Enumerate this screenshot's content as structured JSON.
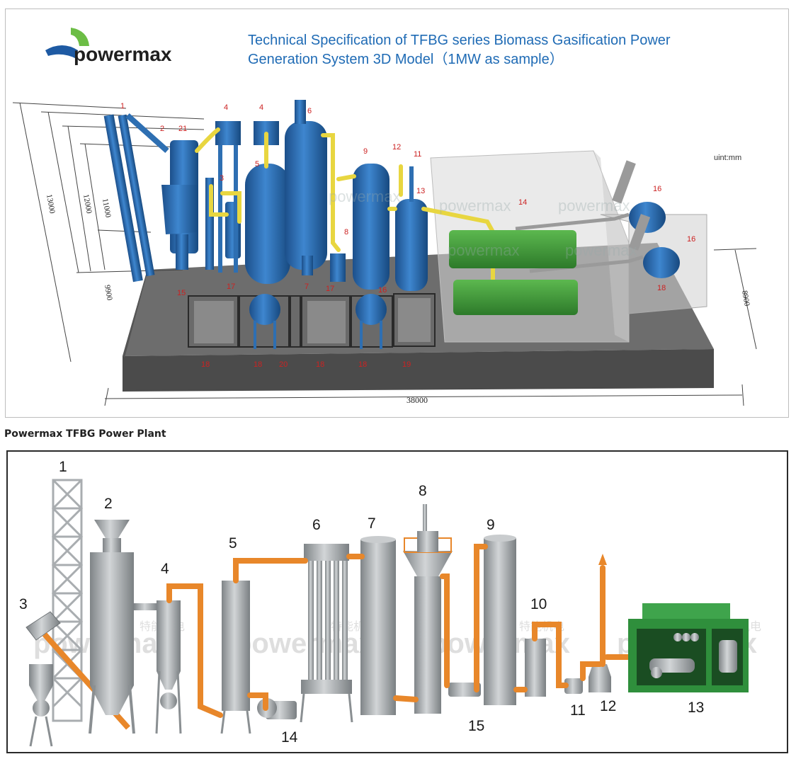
{
  "top_panel": {
    "brand": "powermax",
    "title_line1": "Technical Specification of TFBG series Biomass Gasification Power",
    "title_line2": "Generation System 3D Model（1MW as sample）",
    "unit_note": "uint:mm",
    "watermark": "powermax",
    "dimensions": {
      "length": "38000",
      "height_a": "13000",
      "height_b": "12000",
      "height_c": "11000",
      "depth_left": "9900",
      "depth_right": "8900"
    },
    "labels": [
      "1",
      "2",
      "21",
      "3",
      "4",
      "4",
      "5",
      "6",
      "7",
      "8",
      "9",
      "11",
      "12",
      "13",
      "14",
      "15",
      "16",
      "16",
      "16",
      "17",
      "17",
      "18",
      "18",
      "18",
      "18",
      "18",
      "19",
      "20"
    ]
  },
  "caption": "Powermax TFBG Power Plant",
  "bottom_panel": {
    "watermark": "powermax",
    "watermark_cn": "特能机电",
    "labels": [
      "1",
      "2",
      "3",
      "4",
      "5",
      "6",
      "7",
      "8",
      "9",
      "10",
      "11",
      "12",
      "13",
      "14",
      "15"
    ]
  },
  "colors": {
    "title_blue": "#1f6bb5",
    "equipment_blue": "#2e6fb2",
    "pipe_yellow": "#e8d640",
    "engine_green": "#3f9c3a",
    "base_gray": "#5b5b5b",
    "label_red": "#cc2222",
    "pipe_orange": "#e8872a",
    "steel_gray": "#9ea3a6",
    "genset_green": "#2f8f3c"
  }
}
